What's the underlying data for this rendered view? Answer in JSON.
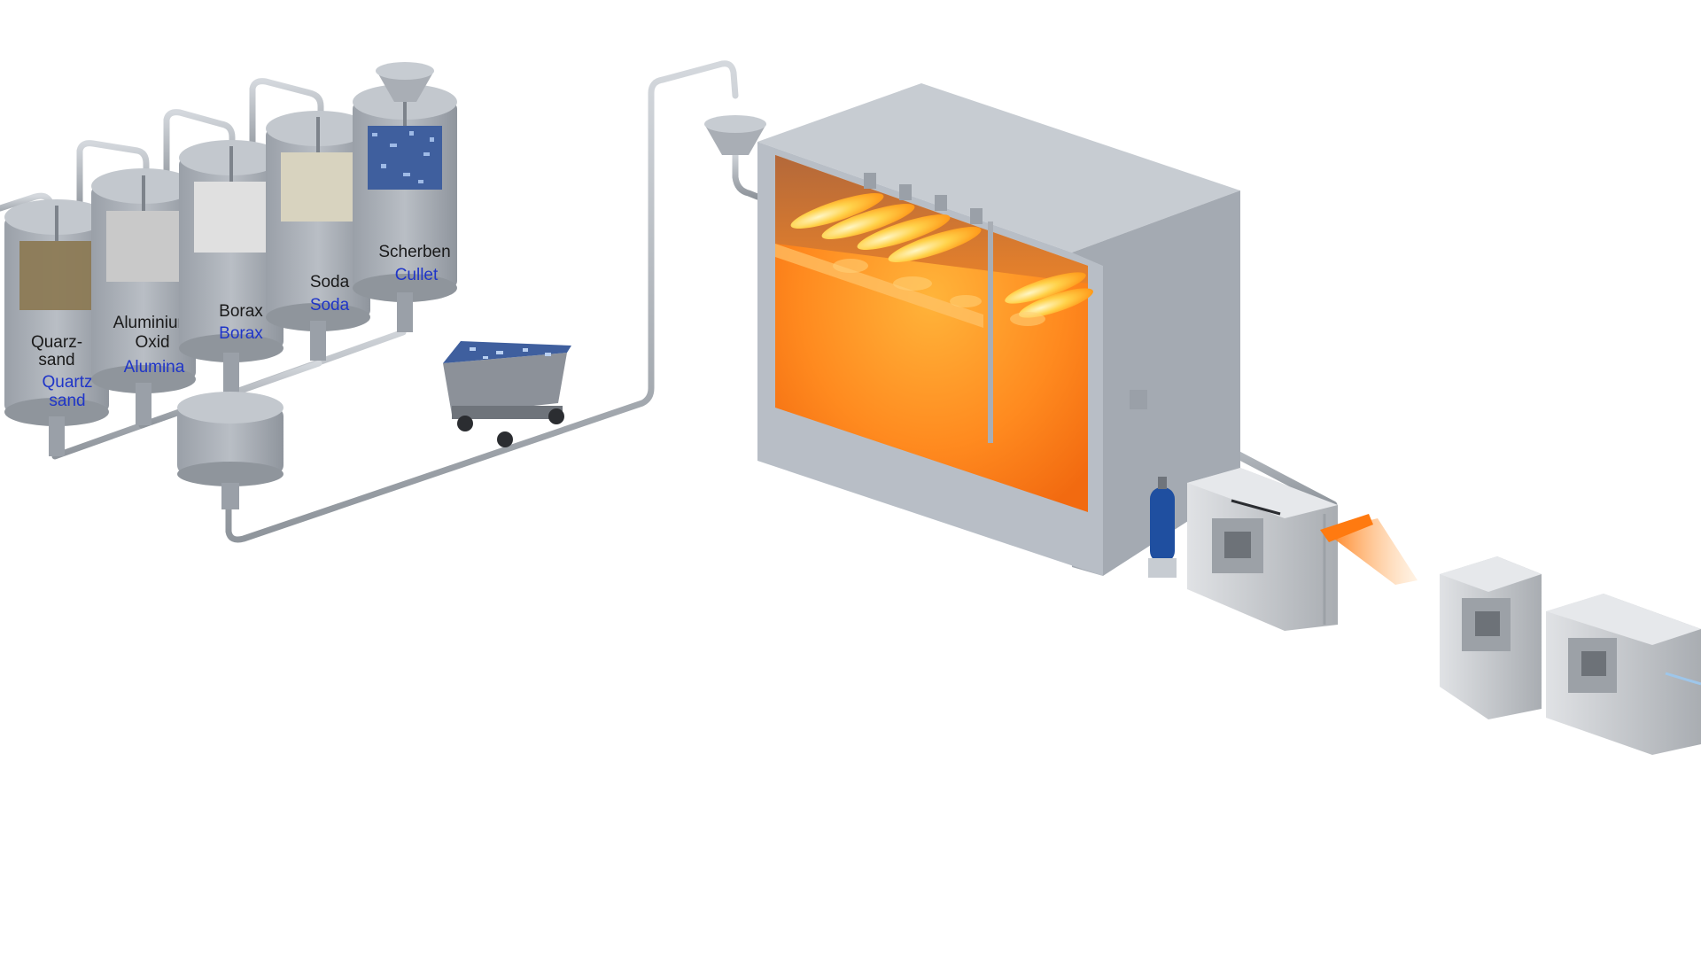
{
  "silos": [
    {
      "id": "quartz",
      "label_de_1": "Quarz-",
      "label_de_2": "sand",
      "label_en_1": "Quartz",
      "label_en_2": "sand",
      "fill_color": "#8c7a55"
    },
    {
      "id": "alumina",
      "label_de_1": "Aluminium",
      "label_de_2": "Oxid",
      "label_en_1": "Alumina",
      "fill_color": "#c9c9c9"
    },
    {
      "id": "borax",
      "label_de_1": "Borax",
      "label_en_1": "Borax",
      "fill_color": "#e0e0e0"
    },
    {
      "id": "soda",
      "label_de_1": "Soda",
      "label_en_1": "Soda",
      "fill_color": "#d8d3bf"
    },
    {
      "id": "cullet",
      "label_de_1": "Scherben",
      "label_en_1": "Cullet",
      "fill_color": "#3f5f9e"
    }
  ],
  "colors": {
    "silo_body": "#a9aeb5",
    "pipe": "#b3b8bf",
    "furnace": "#b8bec6",
    "molten_glass": "#ff8a1f",
    "flame": "#ffd24a",
    "label_german": "#1a1a1a",
    "label_english": "#1f35c8",
    "gas_bottle": "#1f4fa0",
    "machine_steel": "#c8cbcf"
  },
  "icons": {
    "cart": "cullet-cart-icon",
    "gas": "gas-cylinder-icon",
    "burner": "flame-icon"
  }
}
